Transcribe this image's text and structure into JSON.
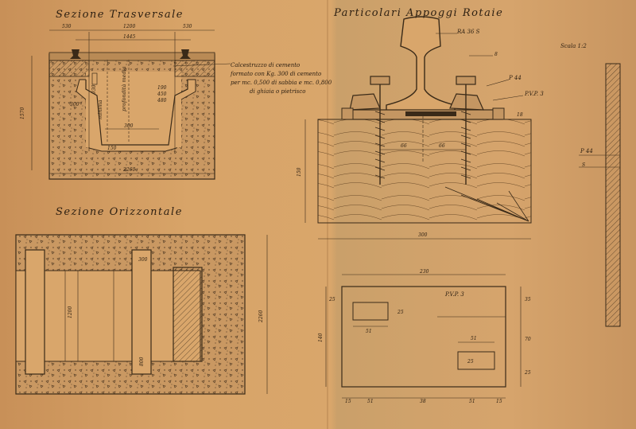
{
  "titles": {
    "cross_section": "Sezione Trasversale",
    "horizontal_section": "Sezione Orizzontale",
    "rail_details": "Particolari Appoggi Rotaie",
    "scale": "Scala 1:2"
  },
  "notes": {
    "concrete_line1": "Calcestruzzo di cemento",
    "concrete_line2": "formato con Kg. 300 di cemento",
    "concrete_line3": "per mc. 0,500 di sabbia e mc. 0,800",
    "concrete_line4": "di ghiaia o pietrisco"
  },
  "labels": {
    "rail": "RA 36 S",
    "plate": "P 44",
    "pad": "P.V.P. 3",
    "pad_right": "P 44",
    "pvp3_title": "P.V.P. 3",
    "profondita": "profondità media",
    "minima": "minima",
    "s_label": "S",
    "eight": "8"
  },
  "dimensions": {
    "cs_top_left": "530",
    "cs_top_mid": "1200",
    "cs_top_right": "530",
    "cs_total": "1445",
    "cs_height": "1570",
    "cs_bottom": "2260",
    "cs_side": "300",
    "cs_inner": "300",
    "cs_depth": "150",
    "cs_v1": "930",
    "cs_v2": "450",
    "cs_v3": "480",
    "cs_v4": "190",
    "hs_width": "1200",
    "hs_300": "300",
    "hs_800": "800",
    "hs_height": "2260",
    "rd_left": "66",
    "rd_right": "66",
    "rd_base": "300",
    "rd_h": "150",
    "rd_18": "18",
    "pv_width": "230",
    "pv_height": "140",
    "pv_25a": "25",
    "pv_25b": "25",
    "pv_51a": "51",
    "pv_51b": "51",
    "pv_25r": "25",
    "pv_25s": "25",
    "pv_35": "35",
    "pv_70": "70",
    "pv_bottom_15a": "15",
    "pv_bottom_51a": "51",
    "pv_bottom_38": "38",
    "pv_bottom_51b": "51",
    "pv_bottom_15b": "15"
  },
  "colors": {
    "paper": "#d9a66b",
    "ink": "#3a2a18"
  }
}
